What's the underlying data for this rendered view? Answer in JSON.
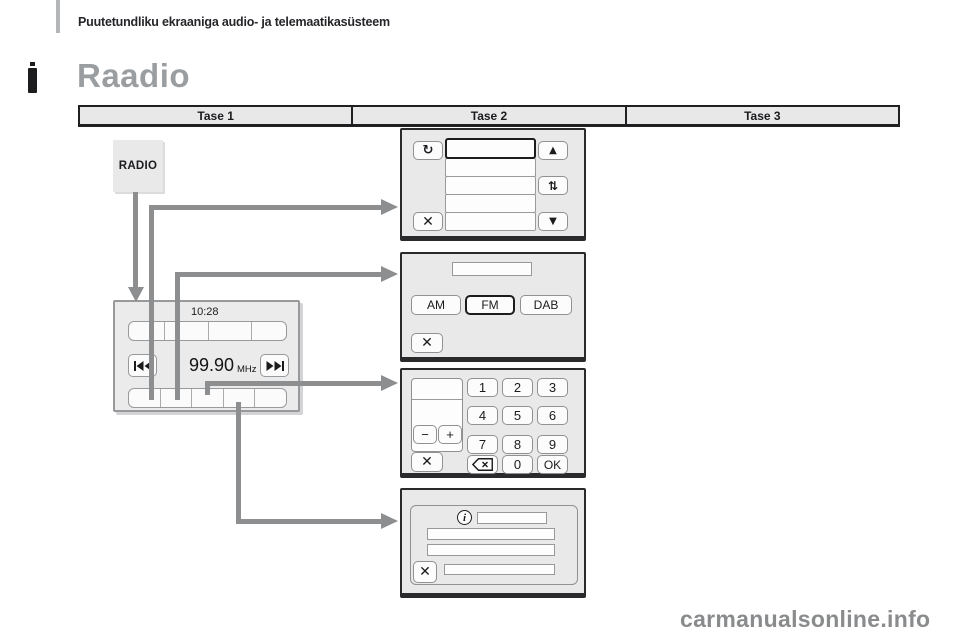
{
  "page": {
    "breadcrumb": "Puutetundliku ekraaniga audio- ja telemaatikasüsteem",
    "title": "Raadio",
    "watermark": "carmanualsonline.info"
  },
  "levels_table": {
    "columns": [
      "Tase 1",
      "Tase 2",
      "Tase 3"
    ]
  },
  "radio_source_button": {
    "label": "RADIO"
  },
  "main_screen": {
    "time": "10:28",
    "frequency": "99.90",
    "frequency_unit": "MHz",
    "seek_back_icon": "⏮",
    "seek_forward_icon": "⏭"
  },
  "station_list_screen": {
    "refresh_icon": "↻",
    "close_icon": "✕",
    "scroll_up_icon": "▲",
    "reorder_icon": "⇅",
    "scroll_down_icon": "▼"
  },
  "band_screen": {
    "bands": [
      "AM",
      "FM",
      "DAB"
    ],
    "selected_band": "FM",
    "close_icon": "✕"
  },
  "keypad_screen": {
    "digits": [
      "1",
      "2",
      "3",
      "4",
      "5",
      "6",
      "7",
      "8",
      "9",
      "0"
    ],
    "ok_label": "OK",
    "minus_label": "−",
    "plus_label": "+",
    "backspace_icon": "⌫",
    "close_icon": "✕"
  },
  "info_screen": {
    "info_icon": "i",
    "close_icon": "✕"
  },
  "colors": {
    "arrow": "#8d8e90",
    "screen_fill": "#e9e9ea",
    "screen_border": "#2a2a2c",
    "title_gray": "#9b9ea1"
  }
}
